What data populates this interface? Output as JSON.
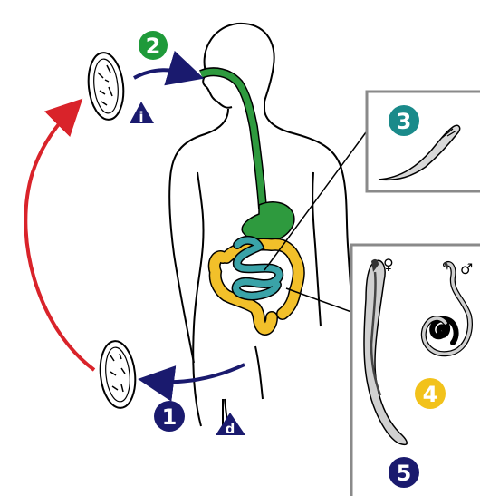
{
  "steps": [
    {
      "number": "1",
      "color": "#1a1a6e"
    },
    {
      "number": "2",
      "color": "#1f9a3a"
    },
    {
      "number": "3",
      "color": "#1a8a8a"
    },
    {
      "number": "4",
      "color": "#f2c21b"
    },
    {
      "number": "5",
      "color": "#1a1a6e"
    }
  ],
  "stage_markers": {
    "infective": {
      "letter": "i",
      "color": "#1a1a6e"
    },
    "diagnostic": {
      "letter": "d",
      "color": "#1a1a6e"
    }
  },
  "sex_symbols": {
    "female": "♀",
    "male": "♂"
  },
  "colors": {
    "esophagus_stomach": "#2e9a3e",
    "small_intestine": "#3aa3a8",
    "large_intestine": "#f2c02a",
    "cycle_arrow_red": "#d9232a",
    "cycle_arrow_navy": "#1a1a6e"
  },
  "icons": [
    "egg-icon",
    "embryonated-egg-icon",
    "larva-icon",
    "female-worm-icon",
    "male-worm-icon",
    "human-outline-icon"
  ]
}
